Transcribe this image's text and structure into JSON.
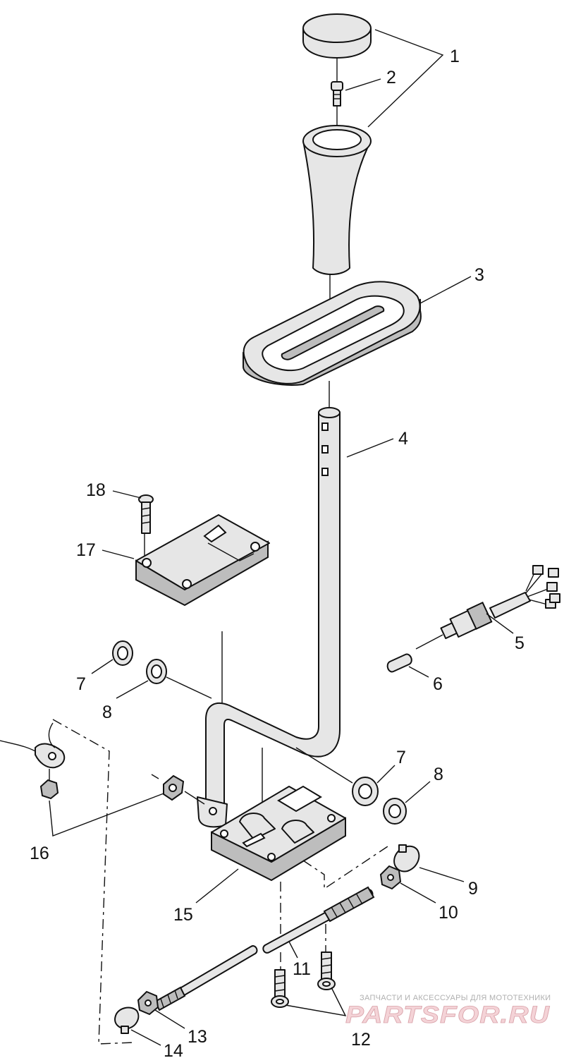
{
  "callouts": [
    "1",
    "2",
    "3",
    "4",
    "5",
    "6",
    "7",
    "8",
    "9",
    "10",
    "11",
    "12",
    "13",
    "14",
    "15",
    "16",
    "17",
    "18",
    "7",
    "8"
  ],
  "watermark": {
    "tagline": "ЗАПЧАСТИ И АКСЕССУАРЫ ДЛЯ МОТОТЕХНИКИ",
    "logo": "PARTSFOR.RU"
  }
}
